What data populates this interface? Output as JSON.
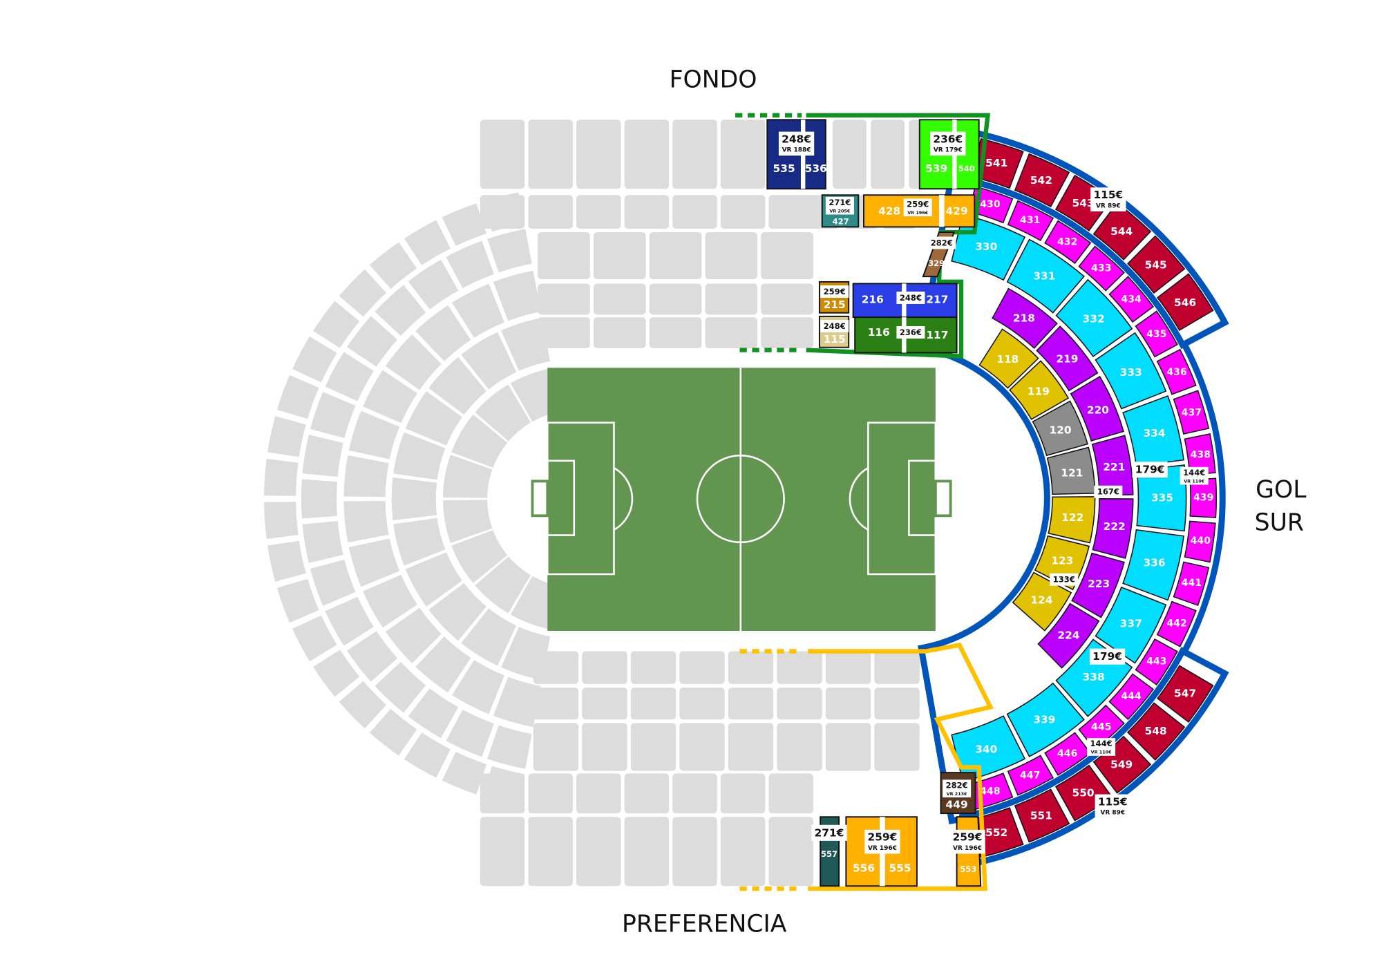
{
  "headings": {
    "fondo": "FONDO",
    "gol": "GOL",
    "sur": "SUR",
    "preferencia": "PREFERENCIA"
  },
  "colors": {
    "field": "#629550",
    "unavailable": "#dcdcdc",
    "gol_outline": "#0055bb",
    "fondo_outline": "#129222",
    "preferencia_outline": "#ffc000",
    "red": "#c0002f",
    "magenta": "#ff00ff",
    "cyan": "#00ddff",
    "purple": "#bb00ff",
    "yellow": "#e0c200",
    "gray": "#8c8c8c"
  },
  "gol_sur": {
    "ring1": [
      {
        "n": "118",
        "c": "yellow"
      },
      {
        "n": "119",
        "c": "yellow"
      },
      {
        "n": "120",
        "c": "gray"
      },
      {
        "n": "121",
        "c": "gray"
      },
      {
        "n": "122",
        "c": "yellow"
      },
      {
        "n": "123",
        "c": "yellow"
      },
      {
        "n": "124",
        "c": "yellow"
      }
    ],
    "ring2": [
      "218",
      "219",
      "220",
      "221",
      "222",
      "223",
      "224"
    ],
    "ring3": [
      "330",
      "331",
      "332",
      "333",
      "334",
      "335",
      "336",
      "337",
      "338",
      "339",
      "340"
    ],
    "ring4": [
      "430",
      "431",
      "432",
      "433",
      "434",
      "435",
      "436",
      "437",
      "438",
      "439",
      "440",
      "441",
      "442",
      "443",
      "444",
      "445",
      "446",
      "447",
      "448"
    ],
    "ring5_top": [
      "541",
      "542",
      "543",
      "544",
      "545",
      "546"
    ],
    "ring5_bottom": [
      "547",
      "548",
      "549",
      "550",
      "551",
      "552"
    ],
    "prices": [
      {
        "p": "115€",
        "vr": "VR 89€"
      },
      {
        "p": "115€",
        "vr": "VR 89€"
      },
      {
        "p": "144€",
        "vr": "VR 110€"
      },
      {
        "p": "144€",
        "vr": "VR 110€"
      },
      {
        "p": "179€"
      },
      {
        "p": "179€"
      },
      {
        "p": "167€"
      },
      {
        "p": "133€"
      }
    ]
  },
  "fondo": {
    "s535": "535",
    "s536": "536",
    "t535": {
      "p": "248€",
      "vr": "VR 188€"
    },
    "s539": "539",
    "s540": "540",
    "t539": {
      "p": "236€",
      "vr": "VR 179€"
    },
    "s427": "427",
    "t427": {
      "p": "271€",
      "vr": "VR 205€"
    },
    "s428": "428",
    "s429": "429",
    "t428": {
      "p": "259€",
      "vr": "VR 196€"
    },
    "s329": "329",
    "t329": {
      "p": "282€"
    },
    "s215": "215",
    "t215": {
      "p": "259€"
    },
    "s216": "216",
    "s217": "217",
    "t216": {
      "p": "248€"
    },
    "s115": "115",
    "t115": {
      "p": "248€"
    },
    "s116": "116",
    "s117": "117",
    "t116": {
      "p": "236€"
    }
  },
  "preferencia": {
    "s449": "449",
    "t449": {
      "p": "282€",
      "vr": "VR 213€"
    },
    "s557": "557",
    "t557": {
      "p": "271€"
    },
    "s556": "556",
    "s555": "555",
    "t556": {
      "p": "259€",
      "vr": "VR 196€"
    },
    "s553": "553",
    "t553": {
      "p": "259€",
      "vr": "VR 196€"
    }
  }
}
